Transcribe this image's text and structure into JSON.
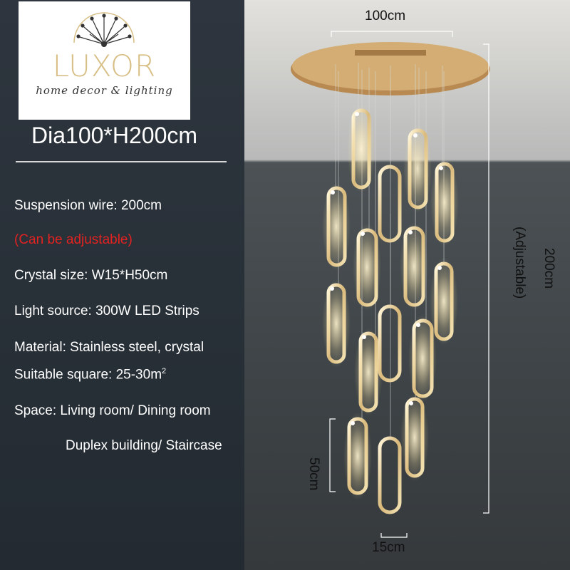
{
  "brand": {
    "name": "LUXOR",
    "tagline": "home decor & lighting",
    "colors": {
      "gold": "#d7bf86",
      "dark": "#333333"
    }
  },
  "headline": "Dia100*H200cm",
  "specs": {
    "wire": "Suspension wire: 200cm",
    "adjustable": "(Can be adjustable)",
    "crystal": "Crystal size: W15*H50cm",
    "light": "Light source:  300W LED Strips",
    "material": "Material: Stainless steel, crystal",
    "square_prefix": "Suitable square: 25-30m",
    "square_sup": "2",
    "space": "Space: Living room/ Dining room",
    "space2": "Duplex building/ Staircase"
  },
  "dimensions": {
    "top_width": "100cm",
    "height": "200cm",
    "height_note": "(Adjustable)",
    "pendant_height": "50cm",
    "pendant_width": "15cm"
  },
  "colors": {
    "accent_red": "#e32222",
    "text": "#ffffff",
    "panel_bg": "#2b323b"
  }
}
